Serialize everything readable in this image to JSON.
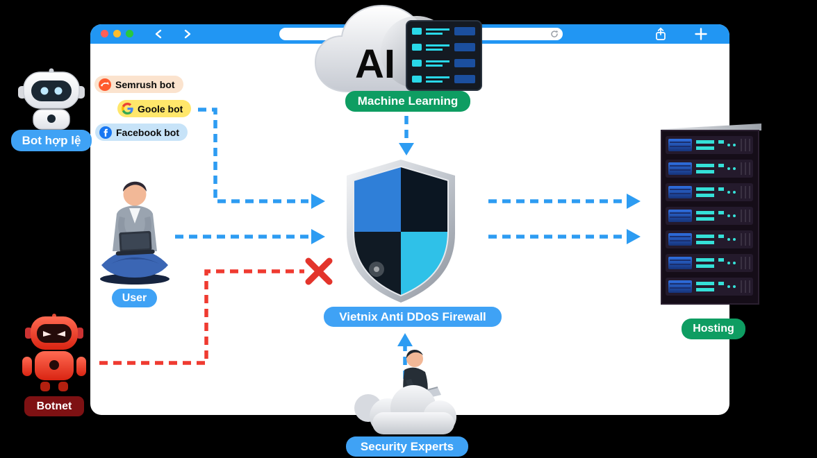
{
  "labels": {
    "ai": "AI",
    "machine_learning": "Machine Learning",
    "valid_bot": "Bot hợp lệ",
    "user": "User",
    "botnet": "Botnet",
    "firewall": "Vietnix Anti DDoS Firewall",
    "security_experts": "Security Experts",
    "hosting": "Hosting"
  },
  "bots": [
    {
      "name": "Semrush bot",
      "icon": "semrush-icon"
    },
    {
      "name": "Goole bot",
      "icon": "google-icon"
    },
    {
      "name": "Facebook bot",
      "icon": "facebook-icon"
    }
  ],
  "browser_chrome": {
    "address_value": "",
    "icons": [
      "close",
      "minimize",
      "zoom",
      "back-chevron",
      "forward-chevron",
      "refresh",
      "share",
      "new-tab-plus"
    ]
  },
  "colors": {
    "browser_bar_blue": "#2196F3",
    "badge_blue": "#3FA2F5",
    "badge_green": "#0E9D62",
    "badge_dark_red": "#7E1113",
    "arrow_blue": "#2D9CF2",
    "arrow_red": "#EF3A30"
  }
}
